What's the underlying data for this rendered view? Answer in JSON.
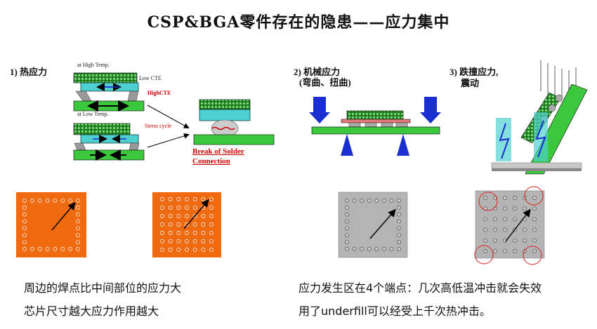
{
  "title": "CSP&BGA零件存在的隐患——应力集中",
  "thermal": {
    "heading": "1) 热应力",
    "high_temp": "at High Temp.",
    "low_cte": "Low CTE",
    "high_cte": "HighCTE",
    "low_temp": "at Low Temp.",
    "stress_cycle": "Stress cycle",
    "break_line1": "Break of Solder",
    "break_line2": "Connection"
  },
  "mechanical": {
    "heading": "2) 机械应力",
    "sub": "(弯曲、扭曲)"
  },
  "impact": {
    "heading": "3) 跌撞应力,",
    "sub": "震动"
  },
  "captions": {
    "left_line1": "周边的焊点比中间部位的应力大",
    "left_line2": "芯片尺寸越大应力作用越大",
    "right_line1": "应力发生区在4个端点：几次高低温冲击就会失效",
    "right_line2": "用了underfill可以经受上千次热冲击。"
  },
  "colors": {
    "orange": "#f06a10",
    "gray": "#b4b4b4",
    "green": "#3cc83c",
    "cyan": "#4fd0d0",
    "blue": "#1a2fd0"
  }
}
